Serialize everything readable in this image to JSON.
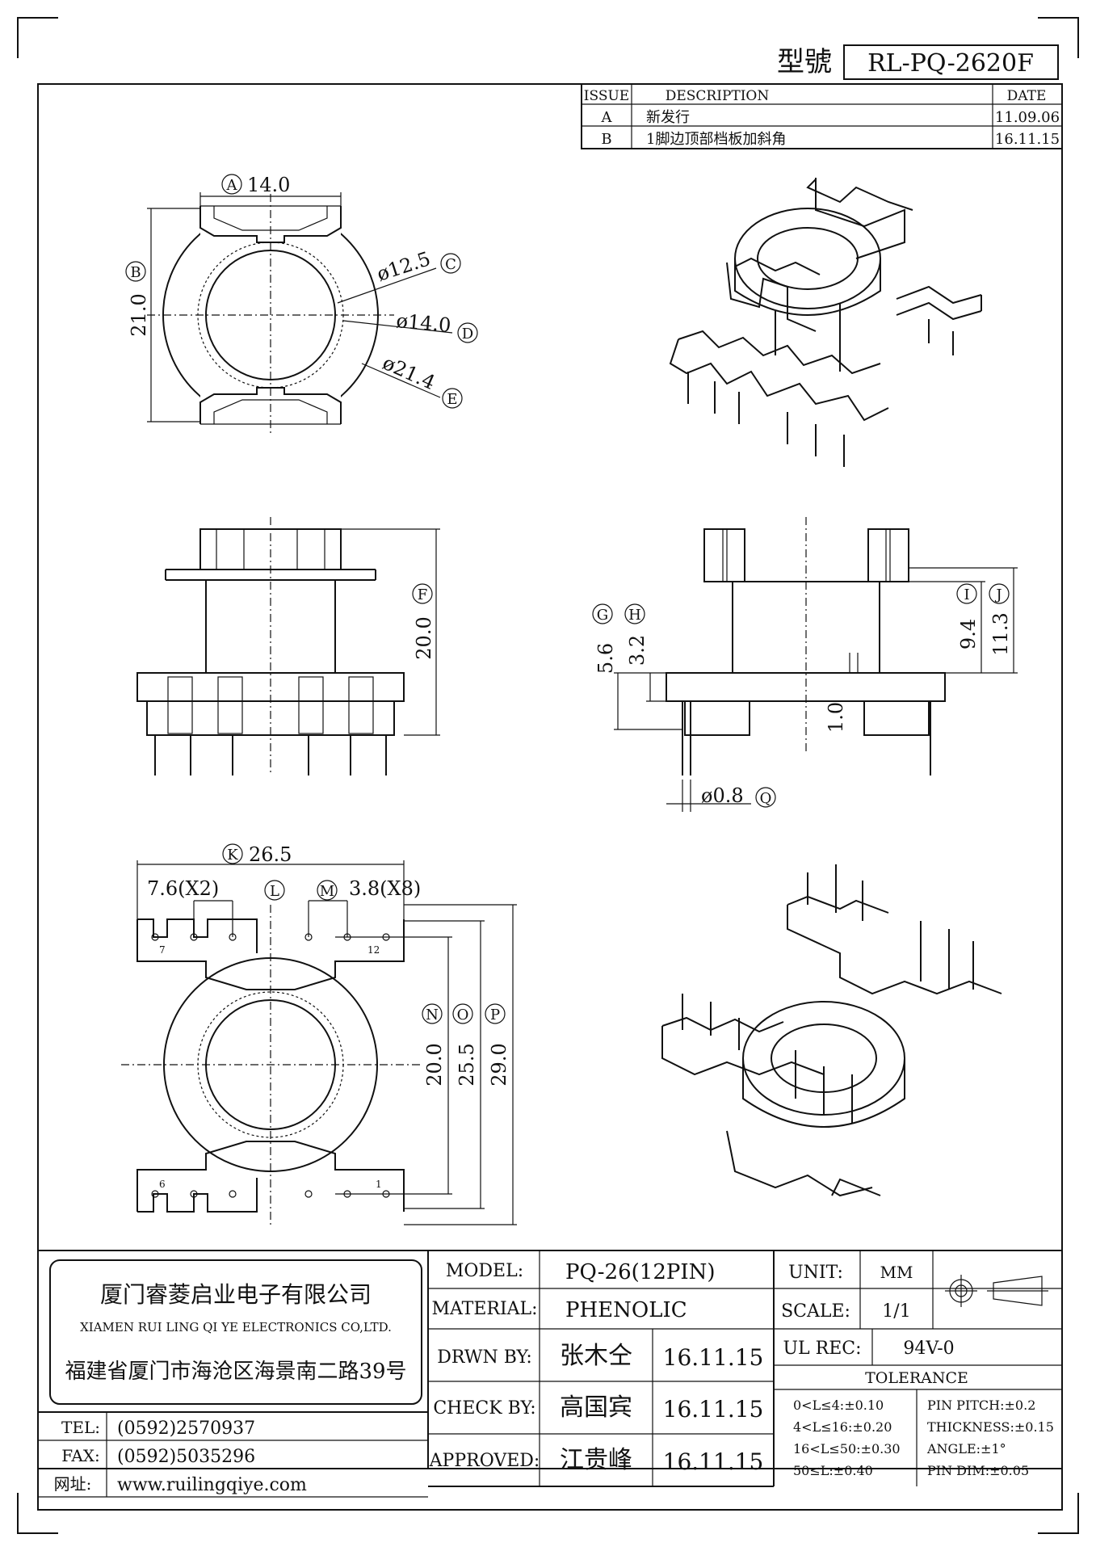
{
  "header": {
    "model_label": "型號",
    "model_number": "RL-PQ-2620F"
  },
  "revisions": {
    "columns": [
      "ISSUE",
      "DESCRIPTION",
      "DATE"
    ],
    "rows": [
      {
        "issue": "A",
        "description": "新发行",
        "date": "11.09.06"
      },
      {
        "issue": "B",
        "description": "1脚边顶部档板加斜角",
        "date": "16.11.15"
      }
    ]
  },
  "dimensions": {
    "top_width": "14.0",
    "top_width_tag": "A",
    "top_height": "21.0",
    "top_height_tag": "B",
    "dia_c": "ø12.5",
    "dia_c_tag": "C",
    "dia_d": "ø14.0",
    "dia_d_tag": "D",
    "dia_e": "ø21.4",
    "dia_e_tag": "E",
    "front_height": "20.0",
    "front_height_tag": "F",
    "g_value": "5.6",
    "g_tag": "G",
    "h_value": "3.2",
    "h_tag": "H",
    "i_value": "9.4",
    "i_tag": "I",
    "j_value": "11.3",
    "j_tag": "J",
    "one_value": "1.0",
    "pin_dia": "ø0.8",
    "pin_dia_tag": "Q",
    "k_value": "26.5",
    "k_tag": "K",
    "pitch_l": "7.6(X2)",
    "l_tag": "L",
    "m_tag": "M",
    "pitch_m": "3.8(X8)",
    "n_value": "20.0",
    "n_tag": "N",
    "o_value": "25.5",
    "o_tag": "O",
    "p_value": "29.0",
    "p_tag": "P",
    "pin_7": "7",
    "pin_12": "12",
    "pin_6": "6",
    "pin_1": "1"
  },
  "company": {
    "name_cn": "厦门睿菱启业电子有限公司",
    "name_en": "XIAMEN RUI LING QI YE ELECTRONICS CO,LTD.",
    "address": "福建省厦门市海沧区海景南二路39号",
    "tel_label": "TEL:",
    "tel": "(0592)2570937",
    "fax_label": "FAX:",
    "fax": "(0592)5035296",
    "web_label": "网址:",
    "web": "www.ruilingqiye.com"
  },
  "title_block": {
    "model_label": "MODEL:",
    "model": "PQ-26(12PIN)",
    "material_label": "MATERIAL:",
    "material": "PHENOLIC",
    "drawn_label": "DRWN BY:",
    "drawn_by": "张木仝",
    "drawn_date": "16.11.15",
    "check_label": "CHECK BY:",
    "check_by": "高国宾",
    "check_date": "16.11.15",
    "approved_label": "APPROVED:",
    "approved_by": "江贵峰",
    "approved_date": "16.11.15",
    "unit_label": "UNIT:",
    "unit": "MM",
    "scale_label": "SCALE:",
    "scale": "1/1",
    "ul_label": "UL REC:",
    "ul": "94V-0",
    "tolerance_label": "TOLERANCE",
    "tol_1": "0<L≤4:±0.10",
    "tol_2": "4<L≤16:±0.20",
    "tol_3": "16<L≤50:±0.30",
    "tol_4": "50≤L:±0.40",
    "pin_pitch": "PIN PITCH:±0.2",
    "thickness": "THICKNESS:±0.15",
    "angle": "ANGLE:±1°",
    "pin_dim": "PIN DIM:±0.05"
  }
}
